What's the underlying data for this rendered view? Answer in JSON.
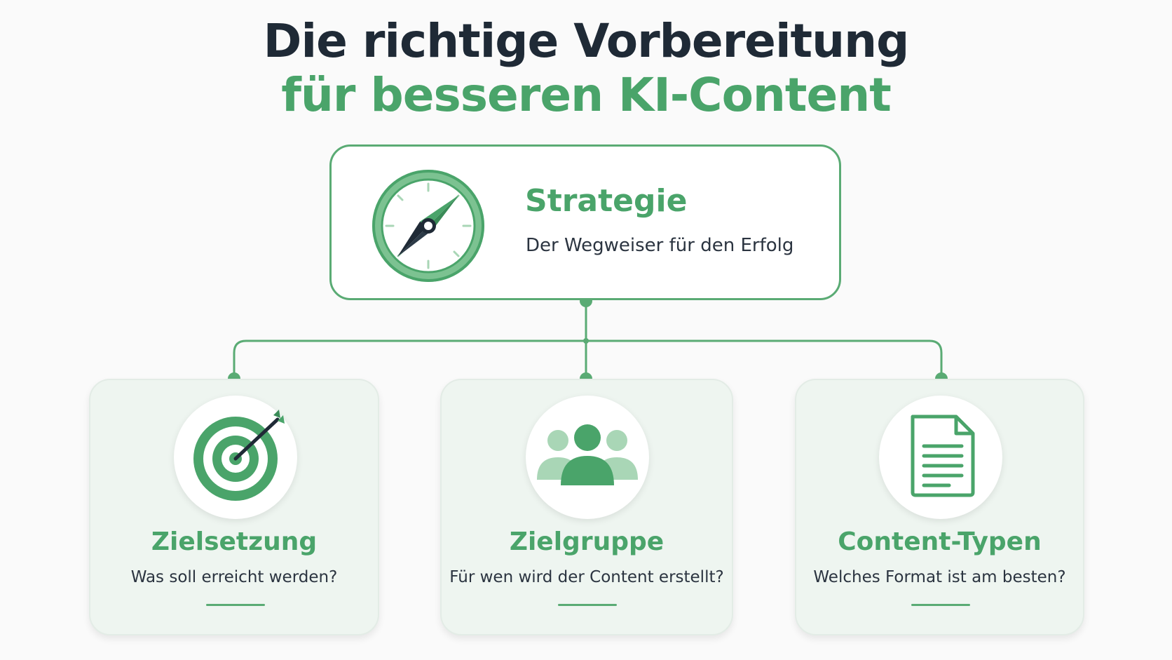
{
  "title": {
    "line1": "Die richtige Vorbereitung",
    "line2": "für besseren KI-Content"
  },
  "strategy": {
    "title": "Strategie",
    "subtitle": "Der Wegweiser für den Erfolg",
    "icon": "compass-icon"
  },
  "cards": [
    {
      "title": "Zielsetzung",
      "subtitle": "Was soll erreicht werden?",
      "icon": "target-icon"
    },
    {
      "title": "Zielgruppe",
      "subtitle": "Für wen wird der Content erstellt?",
      "icon": "people-icon"
    },
    {
      "title": "Content-Typen",
      "subtitle": "Welches Format ist am besten?",
      "icon": "document-icon"
    }
  ],
  "colors": {
    "dark_text": "#1f2a36",
    "accent_green": "#4aa46a",
    "line_green": "#5aab74",
    "card_background": "#eef5f0"
  }
}
